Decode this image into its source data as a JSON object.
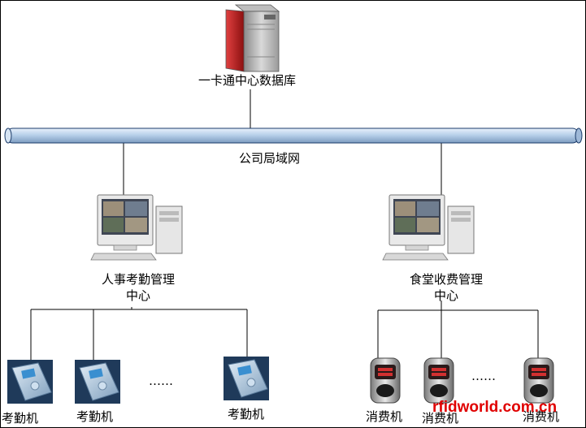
{
  "labels": {
    "central_db": "一卡通中心数据库",
    "network": "公司局域网",
    "hr_center_line1": "人事考勤管理",
    "hr_center_line2": "中心",
    "canteen_center_line1": "食堂收费管理",
    "canteen_center_line2": "中心",
    "attendance_device": "考勤机",
    "consumption_device": "消费机",
    "ellipsis": "……"
  },
  "watermark": "rfidworld.com.cn",
  "icons": {
    "server": "server-tower-icon",
    "workstation": "desktop-computer-icon",
    "attendance": "attendance-terminal-icon",
    "pos": "consumption-pos-icon"
  },
  "colors": {
    "network_bar": "#b9d1ea",
    "server_red": "#c0201c",
    "watermark": "#e00000"
  }
}
